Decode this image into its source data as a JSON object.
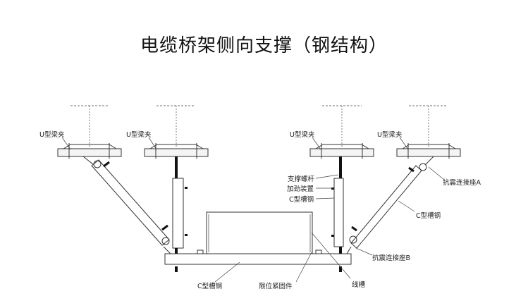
{
  "title": "电缆桥架侧向支撑（钢结构）",
  "labels": {
    "beam_clamp": "U型梁夹",
    "support_rod": "支撑螺杆",
    "stiffener": "加劲装置",
    "c_channel": "C型槽钢",
    "seismic_seat_a": "抗震连接座A",
    "seismic_seat_b": "抗震连接座B",
    "limit_fastener": "限位紧固件",
    "cable_tray": "线槽"
  }
}
